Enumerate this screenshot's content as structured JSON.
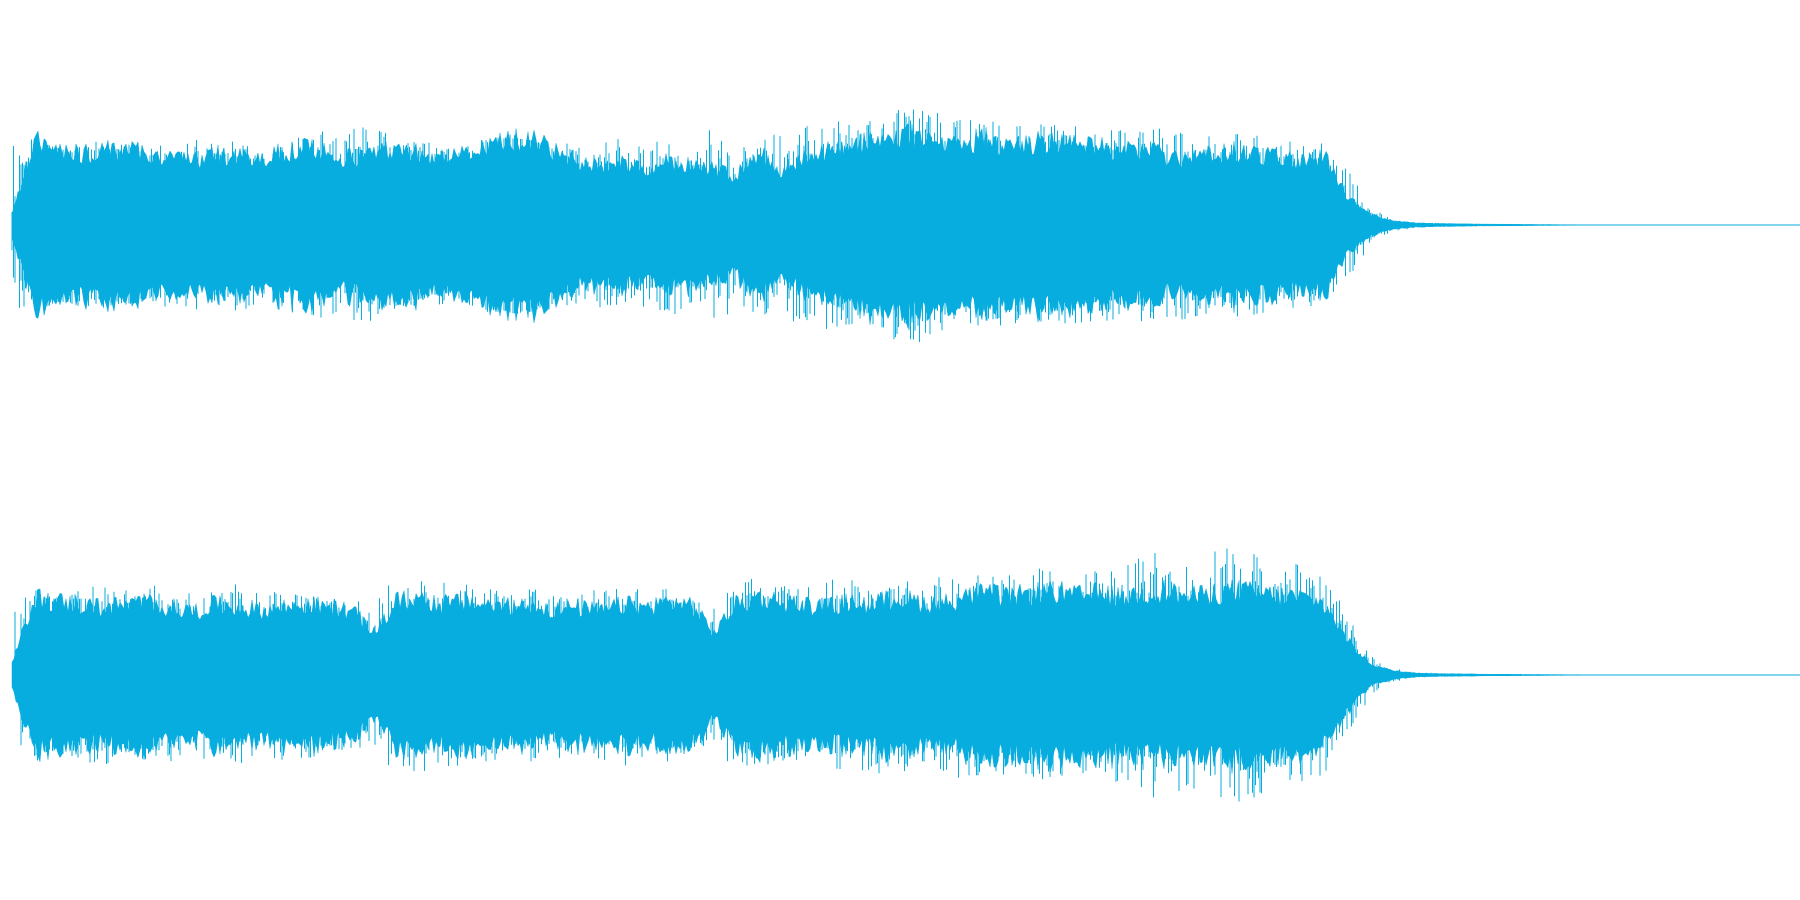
{
  "waveform": {
    "color": "#08addf",
    "background": "#ffffff",
    "channels": [
      {
        "name": "",
        "envelope": [
          0.08,
          0.6,
          0.55,
          0.5,
          0.52,
          0.55,
          0.5,
          0.48,
          0.45,
          0.5,
          0.48,
          0.46,
          0.52,
          0.55,
          0.5,
          0.48,
          0.5,
          0.55,
          0.52,
          0.48,
          0.5,
          0.55,
          0.62,
          0.6,
          0.52,
          0.45,
          0.42,
          0.45,
          0.4,
          0.45,
          0.42,
          0.4,
          0.35,
          0.52,
          0.38,
          0.5,
          0.52,
          0.55,
          0.6,
          0.62,
          0.65,
          0.6,
          0.58,
          0.62,
          0.55,
          0.58,
          0.6,
          0.56,
          0.55,
          0.52,
          0.55,
          0.5,
          0.48,
          0.5,
          0.52,
          0.5,
          0.48,
          0.46,
          0.48,
          0.2,
          0.08,
          0.03,
          0.015,
          0.01,
          0.008,
          0.006,
          0.005,
          0.004,
          0.003,
          0.002,
          0.001,
          0.0,
          0.0,
          0.0,
          0.0,
          0.0,
          0.0,
          0.0,
          0.0,
          0.0
        ],
        "peaks": [
          0.62,
          0.62,
          0.55,
          0.58,
          0.6,
          0.58,
          0.55,
          0.6,
          0.62,
          0.58,
          0.62,
          0.6,
          0.62,
          0.65,
          0.68,
          0.7,
          0.72,
          0.6,
          0.62,
          0.58,
          0.6,
          0.62,
          0.65,
          0.62,
          0.6,
          0.58,
          0.6,
          0.62,
          0.6,
          0.62,
          0.68,
          0.7,
          0.6,
          0.65,
          0.68,
          0.7,
          0.8,
          0.72,
          0.75,
          0.82,
          0.85,
          0.8,
          0.78,
          0.8,
          0.72,
          0.7,
          0.75,
          0.72,
          0.7,
          0.68,
          0.72,
          0.7,
          0.68,
          0.65,
          0.68,
          0.65,
          0.62,
          0.6,
          0.58,
          0.4,
          0.15,
          0.05,
          0.02,
          0.015,
          0.01,
          0.008,
          0.006,
          0.005,
          0.004,
          0.003,
          0.002,
          0.0,
          0.0,
          0.0,
          0.0,
          0.0,
          0.0,
          0.0,
          0.0,
          0.0
        ]
      },
      {
        "name": "",
        "envelope": [
          0.08,
          0.55,
          0.52,
          0.5,
          0.48,
          0.5,
          0.52,
          0.48,
          0.45,
          0.5,
          0.48,
          0.46,
          0.48,
          0.5,
          0.48,
          0.46,
          0.3,
          0.52,
          0.55,
          0.5,
          0.52,
          0.5,
          0.48,
          0.5,
          0.46,
          0.48,
          0.45,
          0.5,
          0.48,
          0.52,
          0.5,
          0.3,
          0.5,
          0.55,
          0.52,
          0.5,
          0.48,
          0.52,
          0.5,
          0.55,
          0.52,
          0.5,
          0.55,
          0.58,
          0.55,
          0.58,
          0.6,
          0.56,
          0.58,
          0.55,
          0.58,
          0.6,
          0.55,
          0.58,
          0.6,
          0.58,
          0.56,
          0.55,
          0.5,
          0.25,
          0.08,
          0.03,
          0.015,
          0.01,
          0.008,
          0.006,
          0.005,
          0.004,
          0.003,
          0.002,
          0.001,
          0.0,
          0.0,
          0.0,
          0.0,
          0.0,
          0.0,
          0.0,
          0.0,
          0.0
        ],
        "peaks": [
          0.6,
          0.62,
          0.58,
          0.62,
          0.65,
          0.6,
          0.8,
          0.62,
          0.6,
          0.62,
          0.65,
          0.6,
          0.62,
          0.6,
          0.58,
          0.55,
          0.5,
          0.75,
          0.7,
          0.68,
          0.65,
          0.62,
          0.6,
          0.62,
          0.6,
          0.58,
          0.62,
          0.65,
          0.6,
          0.62,
          0.55,
          0.5,
          0.7,
          0.68,
          0.65,
          0.62,
          0.68,
          0.7,
          0.72,
          0.68,
          0.7,
          0.72,
          0.75,
          0.7,
          0.72,
          0.75,
          0.78,
          0.72,
          0.75,
          0.8,
          0.9,
          0.85,
          0.82,
          0.88,
          0.92,
          0.9,
          0.88,
          0.8,
          0.7,
          0.45,
          0.15,
          0.05,
          0.02,
          0.015,
          0.01,
          0.008,
          0.006,
          0.005,
          0.004,
          0.003,
          0.002,
          0.0,
          0.0,
          0.0,
          0.0,
          0.0,
          0.0,
          0.0,
          0.0,
          0.0
        ]
      }
    ]
  }
}
